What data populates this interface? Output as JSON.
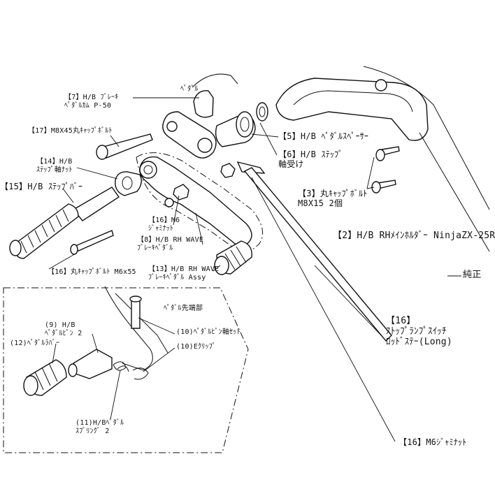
{
  "labels": {
    "p7": "【7】H/B ﾌﾞﾚｰｷ\nﾍﾟﾀﾞﾙｶﾑ P-50",
    "p17": "【17】M8X45丸ｷｬｯﾌﾟﾎﾞﾙﾄ",
    "p14": "【14】H/B\nｽﾃｯﾌﾟ軸ﾅｯﾄ",
    "p15": "【15】H/B ｽﾃｯﾌﾟﾊﾞｰ",
    "p16m6": "【16】M6\nｼﾞｬﾐﾅｯﾄ",
    "p8": "【8】H/B RH WAVE\nﾌﾞﾚｰｷﾍﾟﾀﾞﾙ",
    "p16bolt": "【16】丸ｷｬｯﾌﾟﾎﾞﾙﾄ M6x55",
    "p13": "【13】H/B RH WAVE\nﾌﾞﾚｰｷﾍﾟﾀﾞﾙ Assy",
    "p5": "【5】H/B ﾍﾟﾀﾞﾙｽﾍﾟｰｻｰ",
    "p6": "【6】H/B ｽﾃｯﾌﾟ\n軸受け",
    "p3": "【3】丸ｷｬｯﾌﾟﾎﾞﾙﾄ\nM8X15 2個",
    "p2": "【2】H/B RHﾒｲﾝﾎﾙﾀﾞｰ NinjaZX-25R",
    "genuine": "純正",
    "p16stay": "【16】\nｽﾄｯﾌﾟﾗﾝﾌﾟｽｲｯﾁ\nﾛｯﾄﾞｽﾃｰ(Long)",
    "p16jam": "【16】M6ｼﾞｬﾐﾅｯﾄ",
    "topcut": "ﾍﾟﾀﾞﾙ",
    "tip": "ﾍﾟﾀﾞﾙ先端部",
    "p9": "(9) H/B\nﾍﾟﾀﾞﾙﾋﾟﾝ 2",
    "p12": "(12)ﾍﾟﾀﾞﾙﾗﾊﾞｰ",
    "p10pin": "(10)ﾍﾟﾀﾞﾙﾋﾟﾝ軸ｾｯﾄ",
    "p10e": "(10)Eｸﾘｯﾌﾟ",
    "p11": "(11)H/Bﾍﾟﾀﾞﾙ\nｽﾌﾟﾘﾝｸﾞ 2"
  }
}
